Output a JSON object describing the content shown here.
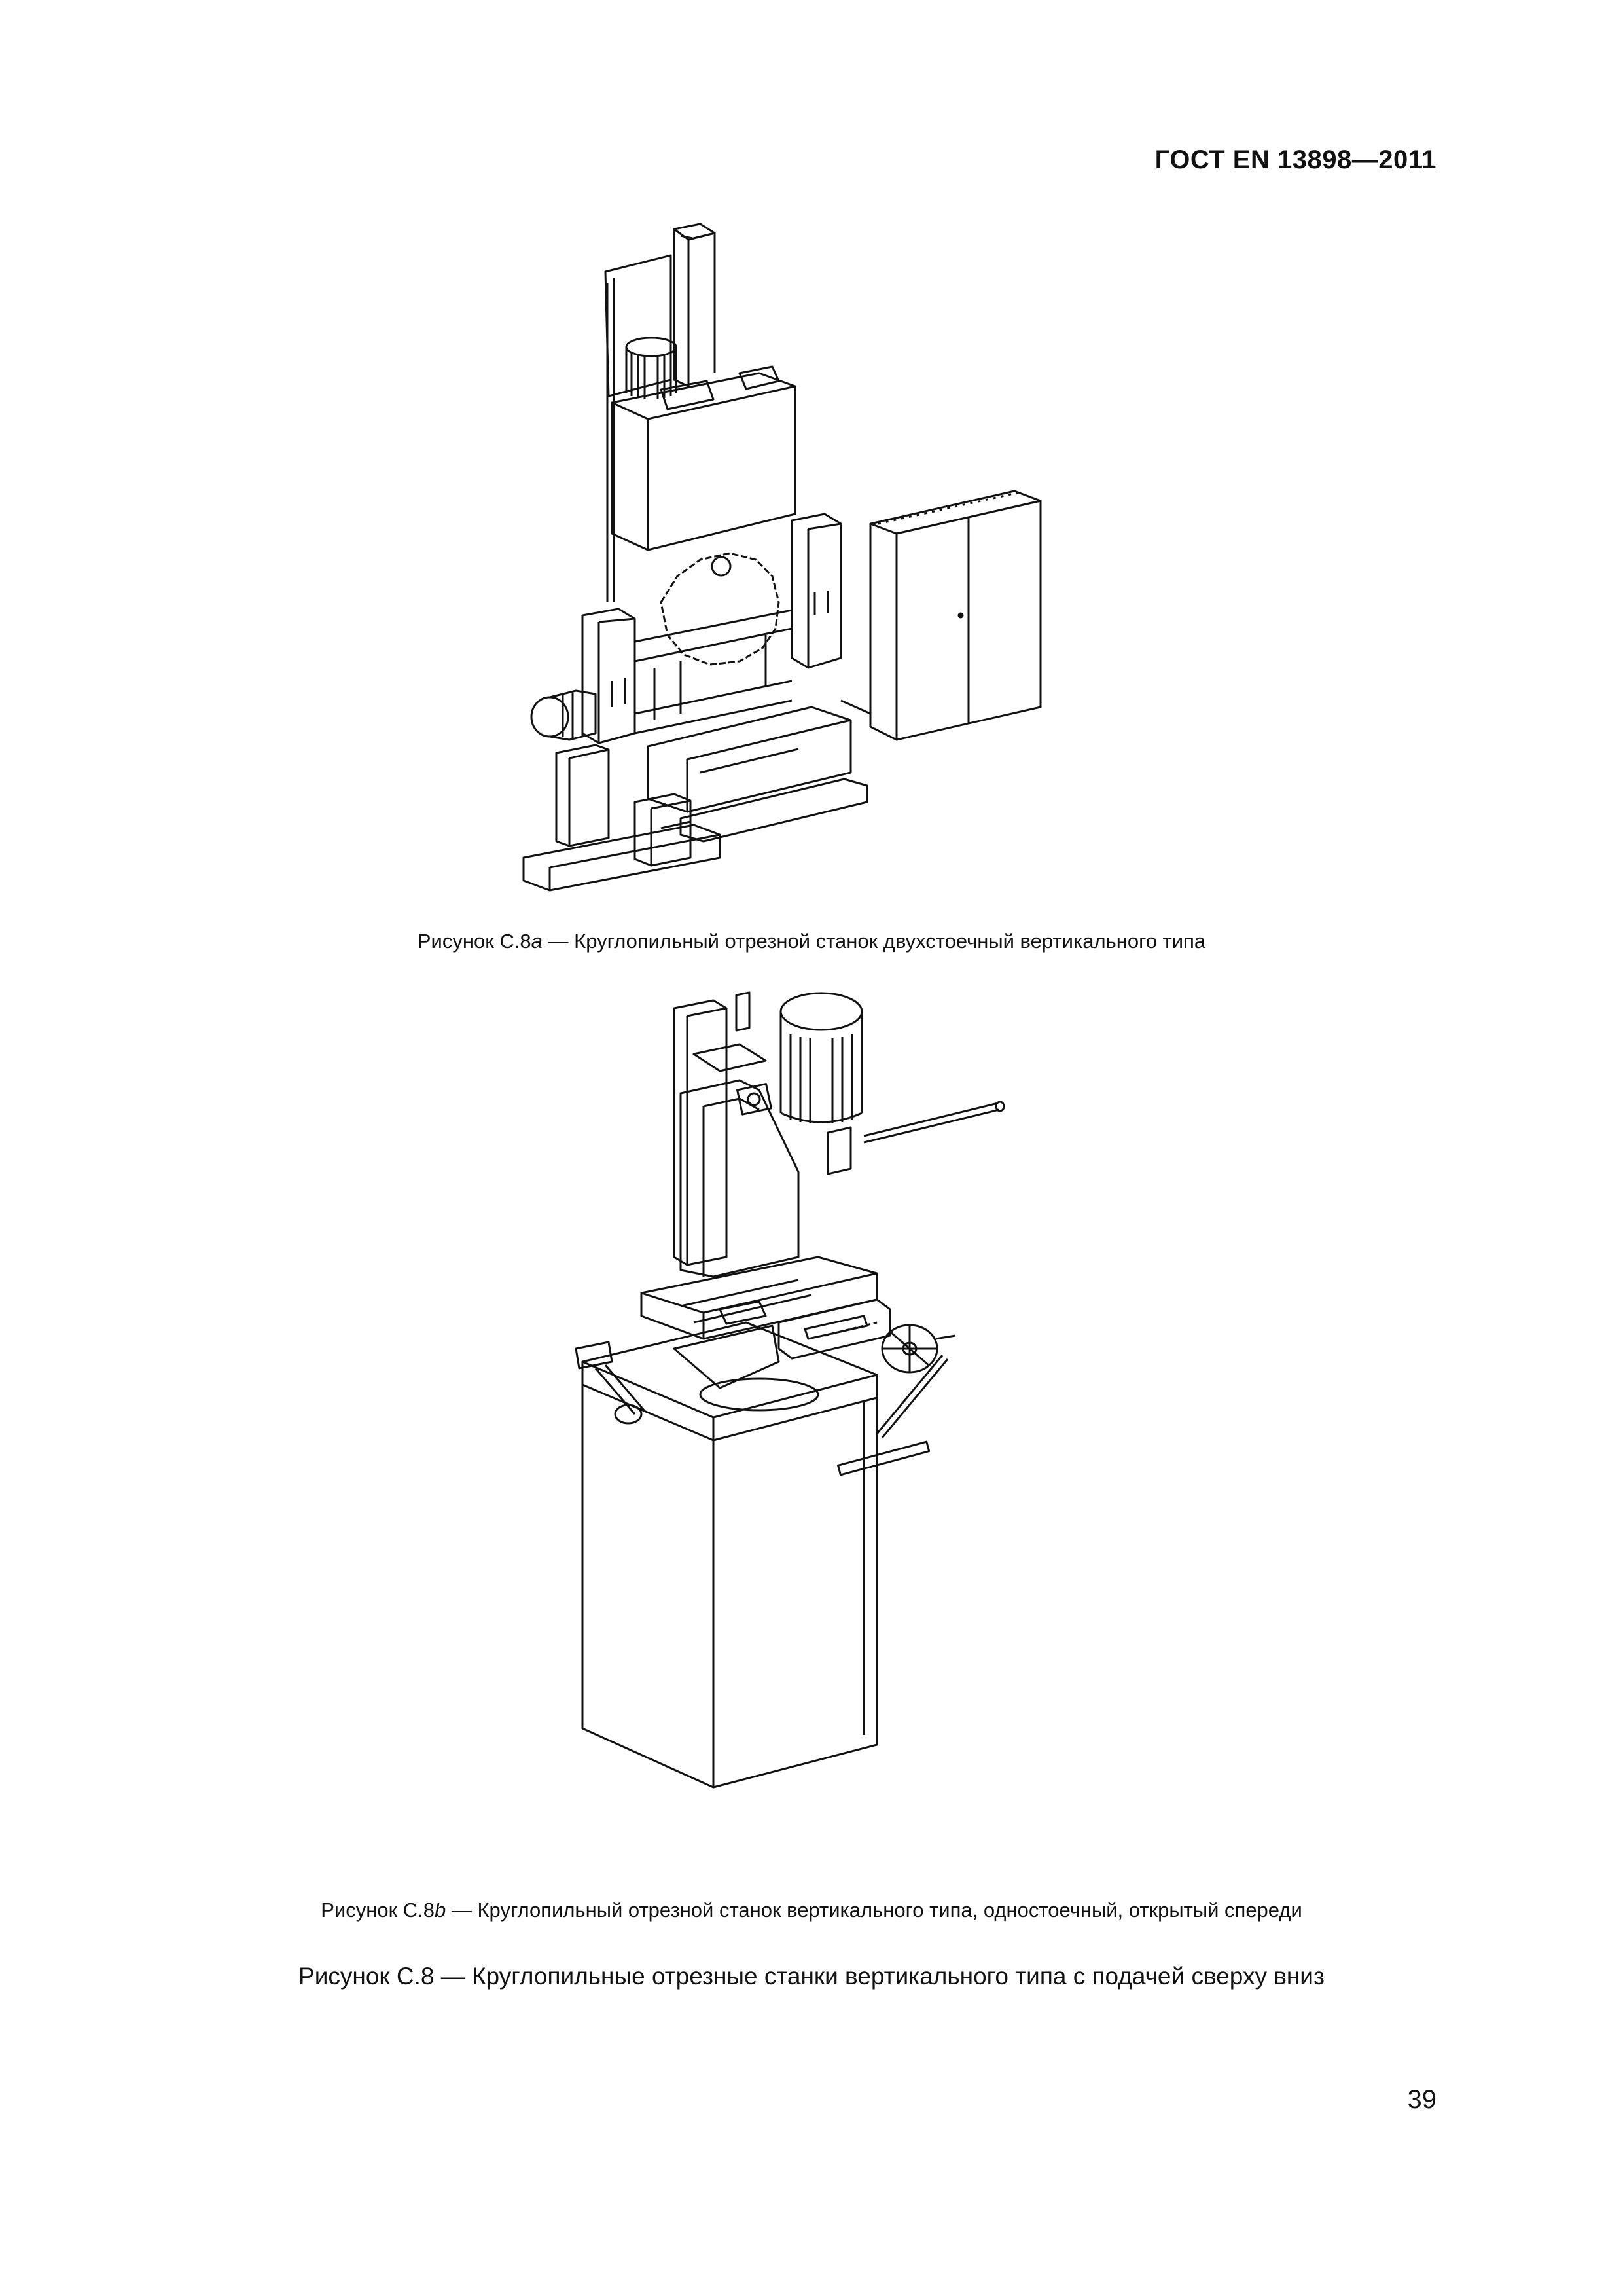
{
  "header": {
    "standard": "ГОСТ EN 13898—2011"
  },
  "figures": [
    {
      "id": "C.8a",
      "caption_prefix": "Рисунок С.8",
      "caption_letter": "a",
      "caption_text": " — Круглопильный отрезной станок двухстоечный вертикального типа"
    },
    {
      "id": "C.8b",
      "caption_prefix": "Рисунок С.8",
      "caption_letter": "b",
      "caption_text": " — Круглопильный отрезной станок вертикального типа, одностоечный, открытый спереди"
    }
  ],
  "main_caption": "Рисунок С.8 — Круглопильные отрезные станки вертикального типа с подачей сверху вниз",
  "page_number": "39"
}
